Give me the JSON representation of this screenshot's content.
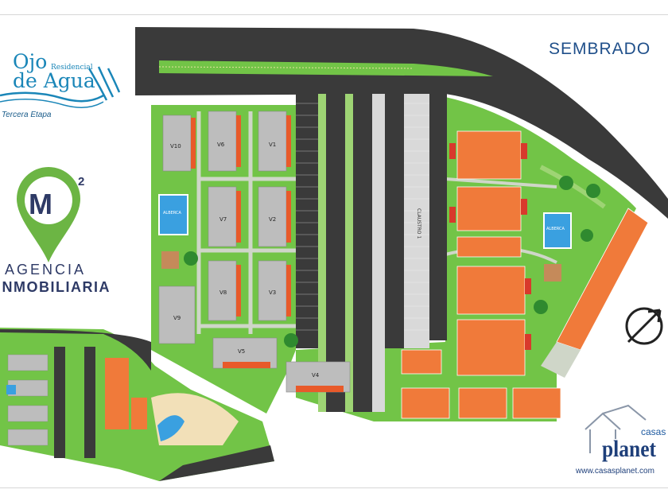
{
  "logo": {
    "line1": "Ojo",
    "residencial": "Residencial",
    "line2": "de Agua",
    "etapa": "Tercera Etapa"
  },
  "agency": {
    "mark": "M",
    "superscript": "2",
    "line1": "AGENCIA",
    "line2": "INMOBILIARIA"
  },
  "map": {
    "title": "SEMBRADO",
    "claustro_label": "CLAUSTRO 1",
    "alberca_label": "ALBERCA",
    "buildings": [
      "V10",
      "V6",
      "V1",
      "V7",
      "V2",
      "V8",
      "V3",
      "V9",
      "V5",
      "V4"
    ]
  },
  "brand": {
    "casas": "casas",
    "planet": "planet",
    "url": "www.casasplanet.com"
  },
  "colors": {
    "road": "#3a3a3a",
    "lawn": "#72c447",
    "lawn_light": "#9ed474",
    "roof_orange": "#f07a3a",
    "roof_red": "#d8392c",
    "pool": "#3aa0e0",
    "path": "#cfd6c8",
    "accent_blue": "#1f4f8a",
    "agency_green": "#6cb544"
  }
}
